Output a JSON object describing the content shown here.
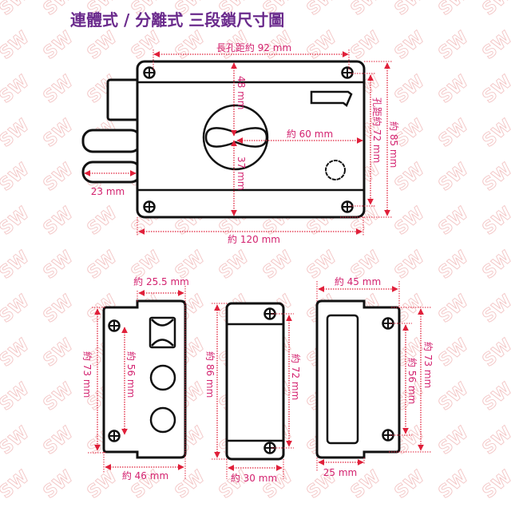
{
  "title": "連體式 / 分離式 三段鎖尺寸圖",
  "watermark": "SW",
  "colors": {
    "dimension": "#d3226f",
    "arrow": "#e0203a",
    "title": "#6a2a8c",
    "outline": "#111111"
  },
  "main_lock": {
    "hole_spacing_long": "長孔距約 92 mm",
    "upper_height": "48 mm",
    "lower_height": "37 mm",
    "center_to_edge": "約 60 mm",
    "hole_spacing": "孔距約 72 mm",
    "height": "約 85 mm",
    "width": "約 120 mm",
    "bolt_length": "23 mm"
  },
  "strike_plate": {
    "top_width": "約 25.5 mm",
    "height": "約 73 mm",
    "hole_spacing": "約 56 mm",
    "width": "約 46 mm"
  },
  "middle_plate": {
    "height": "約 86 mm",
    "hole_spacing": "約 72 mm",
    "width": "約 30 mm"
  },
  "box_strike": {
    "width": "約 45 mm",
    "height": "約 73 mm",
    "hole_spacing": "約 56 mm",
    "inner_width": "25 mm"
  }
}
